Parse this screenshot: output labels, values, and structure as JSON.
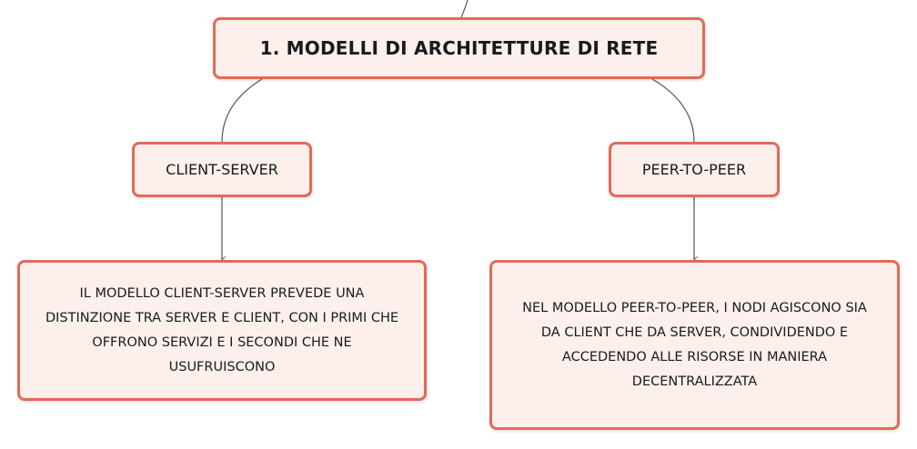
{
  "root": {
    "label": "1. MODELLI DI ARCHITETTURE DI RETE"
  },
  "branches": [
    {
      "label": "CLIENT-SERVER",
      "description": "IL MODELLO CLIENT-SERVER PREVEDE UNA DISTINZIONE TRA SERVER E CLIENT, CON I PRIMI CHE OFFRONO SERVIZI E I SECONDI CHE NE USUFRUISCONO"
    },
    {
      "label": "PEER-TO-PEER",
      "description": "NEL MODELLO PEER-TO-PEER, I NODI AGISCONO SIA DA CLIENT CHE DA SERVER, CONDIVIDENDO E ACCEDENDO ALLE RISORSE IN MANIERA DECENTRALIZZATA"
    }
  ],
  "colors": {
    "node_border": "#e56955",
    "node_fill": "#fdf0ec",
    "connector": "#555555"
  }
}
